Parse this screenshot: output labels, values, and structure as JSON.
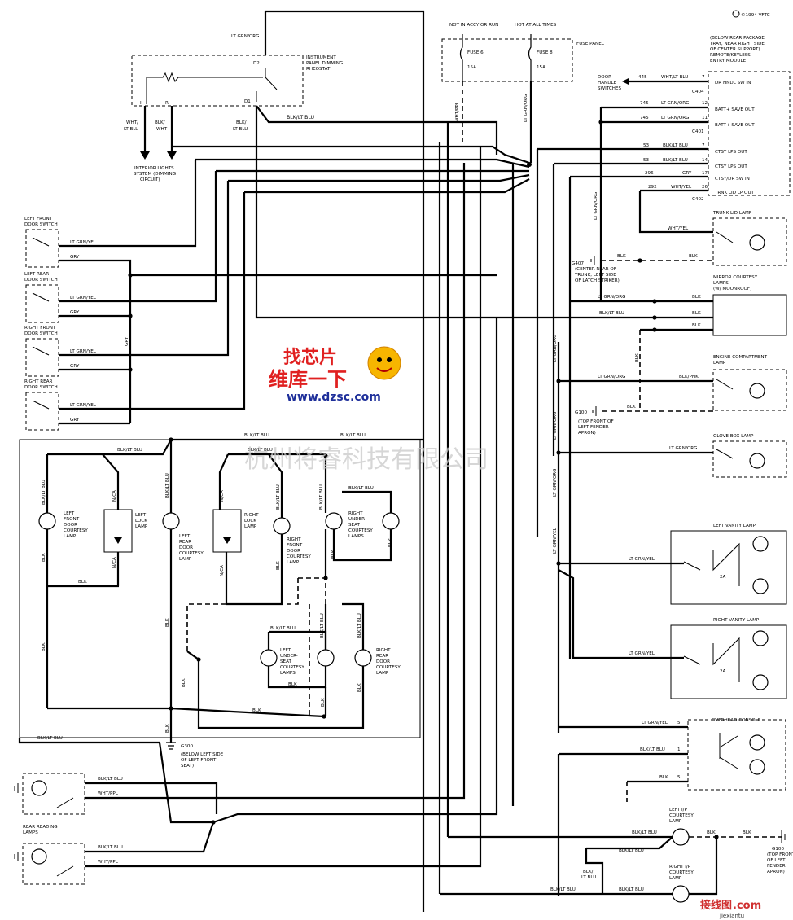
{
  "ref": "©1994 VFTC",
  "fuse_panel": {
    "title": "FUSE PANEL",
    "hot_acc_run": "NOT IN ACCY OR RUN",
    "hot_all": "HOT AT ALL TIMES",
    "fuse6": "FUSE 6",
    "fuse6_amp": "15A",
    "fuse8": "FUSE 8",
    "fuse8_amp": "15A"
  },
  "rheostat": {
    "title": "INSTRUMENT PANEL DIMMING RHEOSTAT",
    "d2": "D2",
    "d1": "D1",
    "i": "I",
    "r": "R",
    "interior_system": "INTERIOR LIGHTS SYSTEM (DIMMING CIRCUIT)"
  },
  "rkem": {
    "title": "(BELOW REAR PACKAGE TRAY, NEAR RIGHT SIDE OF CENTER SUPPORT) REMOTE/KEYLESS ENTRY MODULE",
    "door_handle": "DOOR HANDLE SWITCHES",
    "pins": [
      {
        "circ": "445",
        "wire": "WHT/LT BLU",
        "num": "7",
        "name": "DR HNDL SW IN"
      },
      {
        "circ": "",
        "wire": "",
        "num": "",
        "name": "C404"
      },
      {
        "circ": "745",
        "wire": "LT GRN/ORG",
        "num": "12",
        "name": "BATT+ SAVE OUT"
      },
      {
        "circ": "745",
        "wire": "LT GRN/ORG",
        "num": "11",
        "name": "BATT+ SAVE OUT"
      },
      {
        "circ": "",
        "wire": "",
        "num": "",
        "name": "C401"
      },
      {
        "circ": "53",
        "wire": "BLK/LT BLU",
        "num": "7",
        "name": "CTSY LPS OUT"
      },
      {
        "circ": "53",
        "wire": "BLK/LT BLU",
        "num": "14",
        "name": "CTSY LPS OUT"
      },
      {
        "circ": "296",
        "wire": "GRY",
        "num": "17",
        "name": "CTSY/DR SW IN"
      },
      {
        "circ": "292",
        "wire": "WHT/YEL",
        "num": "26",
        "name": "TRNK LID LP OUT"
      },
      {
        "circ": "",
        "wire": "",
        "num": "",
        "name": "C402"
      }
    ]
  },
  "wires": {
    "lt_grn_org": "LT GRN/ORG",
    "blk_lt_blu": "BLK/LT BLU",
    "lt_grn_yel": "LT GRN/YEL",
    "gry": "GRY",
    "blk": "BLK",
    "wht_ppl": "WHT/PPL",
    "wht_lt_blu": "WHT/ LT BLU",
    "blk_wht": "BLK/ WHT",
    "blk_lt_blu2": "BLK/ LT BLU",
    "wht_yel": "WHT/YEL",
    "blk_pnk": "BLK/PNK",
    "nca": "N/CA"
  },
  "switches": [
    "LEFT FRONT DOOR SWITCH",
    "LEFT REAR DOOR SWITCH",
    "RIGHT FRONT DOOR SWITCH",
    "RIGHT REAR DOOR SWITCH"
  ],
  "lamps": {
    "trunk": "TRUNK LID LAMP",
    "mirror": "MIRROR COURTESY LAMPS (W/ MOONROOF)",
    "engine": "ENGINE COMPARTMENT LAMP",
    "glove": "GLOVE BOX LAMP",
    "left_vanity": "LEFT VANITY LAMP",
    "right_vanity": "RIGHT VANITY LAMP",
    "overhead": "OVERHEAD CONSOLE",
    "left_ip": "LEFT I/P COURTESY LAMP",
    "right_ip": "RIGHT I/P COURTESY LAMP",
    "rear_reading": "REAR READING LAMPS",
    "lf_door": "LEFT FRONT DOOR COURTESY LAMP",
    "left_lock": "LEFT LOCK LAMP",
    "lr_door": "LEFT REAR DOOR COURTESY LAMP",
    "right_lock": "RIGHT LOCK LAMP",
    "rf_door": "RIGHT FRONT DOOR COURTESY LAMP",
    "right_underseat": "RIGHT UNDER-SEAT COURTESY LAMPS",
    "left_underseat": "LEFT UNDER-SEAT COURTESY LAMPS",
    "rr_door": "RIGHT REAR DOOR COURTESY LAMP"
  },
  "grounds": {
    "g407": "G407",
    "g407_loc": "(CENTER REAR OF TRUNK, LEFT SIDE OF LATCH STRIKER)",
    "g100": "G100",
    "g100_loc": "(TOP FRONT OF LEFT FENDER APRON)",
    "g300": "G300",
    "g300_loc": "(BELOW LEFT SIDE OF LEFT FRONT SEAT)"
  },
  "vanity_fuse": "2A",
  "pin_five": "5",
  "pin_one": "1",
  "watermarks": {
    "logo_cn": "找芯片",
    "logo_cn2": "维库一下",
    "url": "www.dzsc.com",
    "company": "杭州将睿科技有限公司",
    "corner_cn": "接线图",
    "corner_dom": ".com",
    "corner_sub": "jiexiantu"
  }
}
